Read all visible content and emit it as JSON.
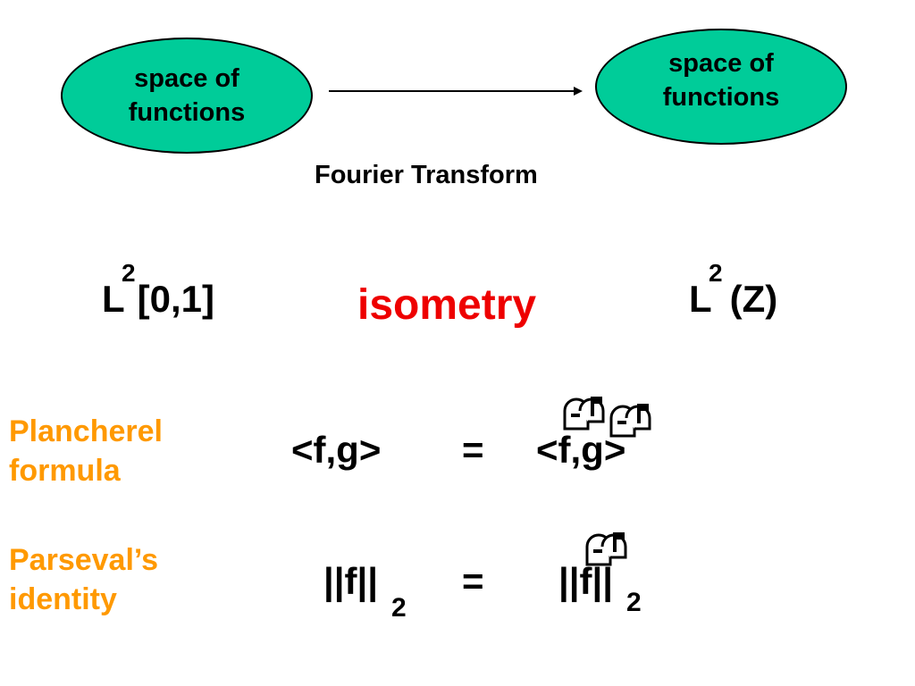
{
  "diagram": {
    "left_space": {
      "line1": "space of",
      "line2": "functions"
    },
    "right_space": {
      "line1": "space of",
      "line2": "functions"
    },
    "transform_label": "Fourier Transform"
  },
  "spaces": {
    "left": {
      "base": "L",
      "exp": "2",
      "domain": "[0,1]"
    },
    "middle": "isometry",
    "right": {
      "base": "L",
      "exp": "2",
      "domain": "(Z)"
    }
  },
  "plancherel": {
    "label_line1": "Plancherel",
    "label_line2": "formula",
    "lhs": "<f,g>",
    "equals": "=",
    "rhs": "<f,g>"
  },
  "parseval": {
    "label_line1": "Parseval’s",
    "label_line2": "identity",
    "lhs": "||f||",
    "lhs_sub": "2",
    "equals": "=",
    "rhs": "||f||",
    "rhs_sub": "2"
  },
  "colors": {
    "ellipse_fill": "#00cc99",
    "isometry": "#ee0000",
    "label_orange": "#ff9900"
  },
  "icons": {
    "hat": "mailbox-icon"
  }
}
